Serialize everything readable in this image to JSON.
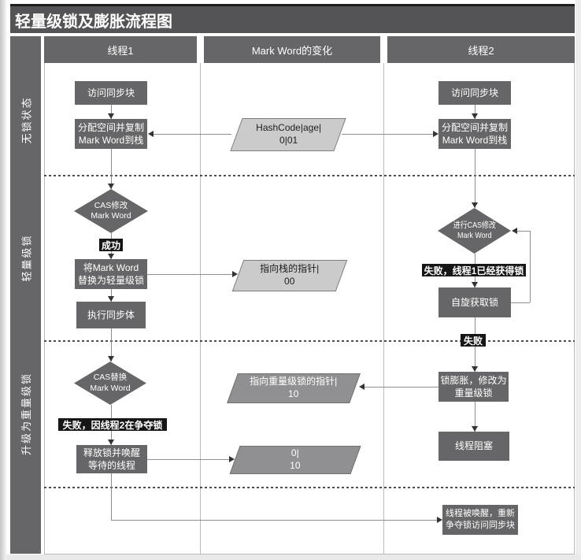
{
  "title": "轻量级锁及膨胀流程图",
  "header": {
    "col1": "线程1",
    "col2": "Mark Word的变化",
    "col3": "线程2"
  },
  "sections": {
    "s1": "无锁状态",
    "s2": "轻量级锁",
    "s3": "升级为重量级锁"
  },
  "thread1": {
    "visit": "访问同步块",
    "alloc": "分配空间并复制\nMark Word到栈",
    "cas": "CAS修改\nMark Word",
    "success": "成功",
    "replace": "将Mark Word\n替换为轻量级锁",
    "exec": "执行同步体",
    "cas2": "CAS替换\nMark Word",
    "fail": "失败，因线程2在争夺锁",
    "release": "释放锁并唤醒\n等待的线程"
  },
  "markword": {
    "hash": "HashCode|age|\n0|01",
    "stack": "指向栈的指针|\n00",
    "heavy": "指向重量级锁的指针|\n10",
    "bits": "0|\n10"
  },
  "thread2": {
    "visit": "访问同步块",
    "alloc": "分配空间并复制\nMark Word到栈",
    "cas": "进行CAS修改\nMark Word",
    "fail1": "失败，线程1已经获得锁",
    "spin": "自旋获取锁",
    "fail": "失败",
    "inflate": "锁膨胀，修改为\n重量级锁",
    "block": "线程阻塞",
    "wake": "线程被唤醒，重新\n争夺锁访问同步块"
  },
  "colors": {
    "titlebar": "#545456",
    "panel_gray": "#666668",
    "callout_black": "#161616",
    "para_light": "#cbcbcb",
    "para_dark": "#909092"
  }
}
